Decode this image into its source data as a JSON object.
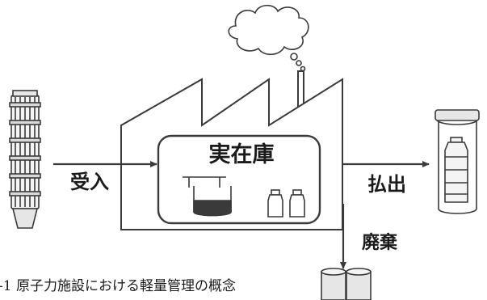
{
  "labels": {
    "inventory": "実在庫",
    "receipt": "受入",
    "shipment": "払出",
    "disposal": "廃棄"
  },
  "caption": "-1 原子力施設における軽量管理の概念",
  "colors": {
    "line": "#3a3a3a",
    "fill_light": "#f4f4f4",
    "fill_mid": "#d9d9d9",
    "liquid": "#3a3a3a"
  },
  "icons": {
    "fuel_assembly": "fuel-assembly-icon",
    "factory": "factory-icon",
    "cloud": "smoke-cloud-icon",
    "beaker": "beaker-icon",
    "bottles": "bottle-icon",
    "canister": "transport-canister-icon",
    "drums": "waste-drum-icon"
  }
}
